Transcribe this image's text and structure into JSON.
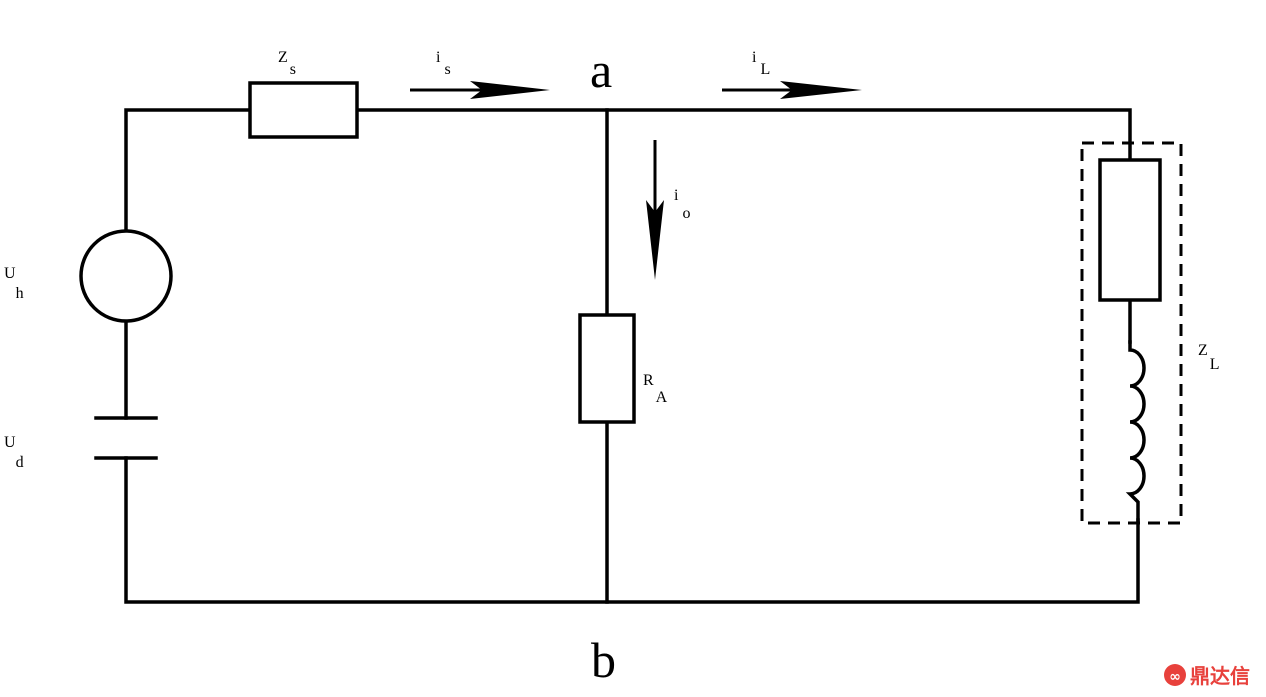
{
  "labels": {
    "zs": {
      "main": "Z",
      "sub": "s"
    },
    "is": {
      "main": "i",
      "sub": "s"
    },
    "il": {
      "main": "i",
      "sub": "L"
    },
    "io": {
      "main": "i",
      "sub": "o"
    },
    "uh": {
      "main": "U",
      "sub": "h"
    },
    "ud": {
      "main": "U",
      "sub": "d"
    },
    "ra": {
      "main": "R",
      "sub": "A"
    },
    "zl": {
      "main": "Z",
      "sub": "L"
    }
  },
  "nodes": {
    "a": "a",
    "b": "b"
  },
  "watermark": {
    "icon": "dingdaxin-logo-icon",
    "text": "鼎达信",
    "color": "#e8413c"
  }
}
